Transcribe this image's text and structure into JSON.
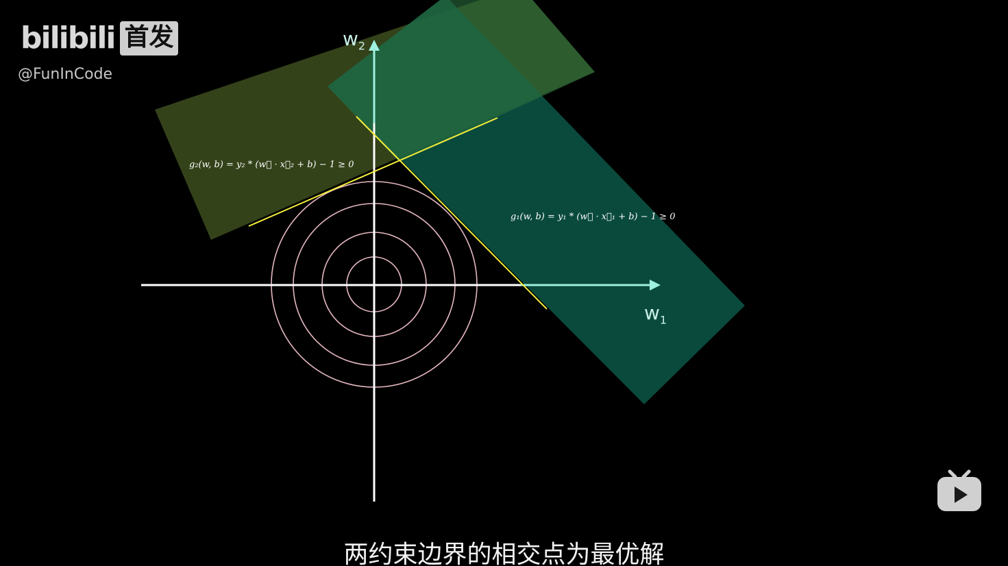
{
  "watermark": {
    "logo": "bilibili",
    "badge": "首发",
    "handle": "@FunInCode"
  },
  "axes": {
    "w2_label": "w",
    "w2_sub": "2",
    "w1_label": "w",
    "w1_sub": "1"
  },
  "constraints": {
    "g2": "g₂(w, b) = y₂ * (w⃗ · x⃗₂ + b) − 1 ≥ 0",
    "g1": "g₁(w, b) = y₁ * (w⃗ · x⃗₁ + b) − 1 ≥ 0"
  },
  "subtitle": "两约束边界的相交点为最优解",
  "colors": {
    "g2_region": "#3d4d1e",
    "g1_region": "#0c5a4a",
    "overlap_region": "#2a6e3e",
    "boundary_lines": "#f5f03a",
    "contours": "#e6b8c0",
    "axes": "#ffffff",
    "axis_arrows": "#9ff0e0"
  },
  "icons": {
    "player": "bilibili-tv-icon"
  }
}
